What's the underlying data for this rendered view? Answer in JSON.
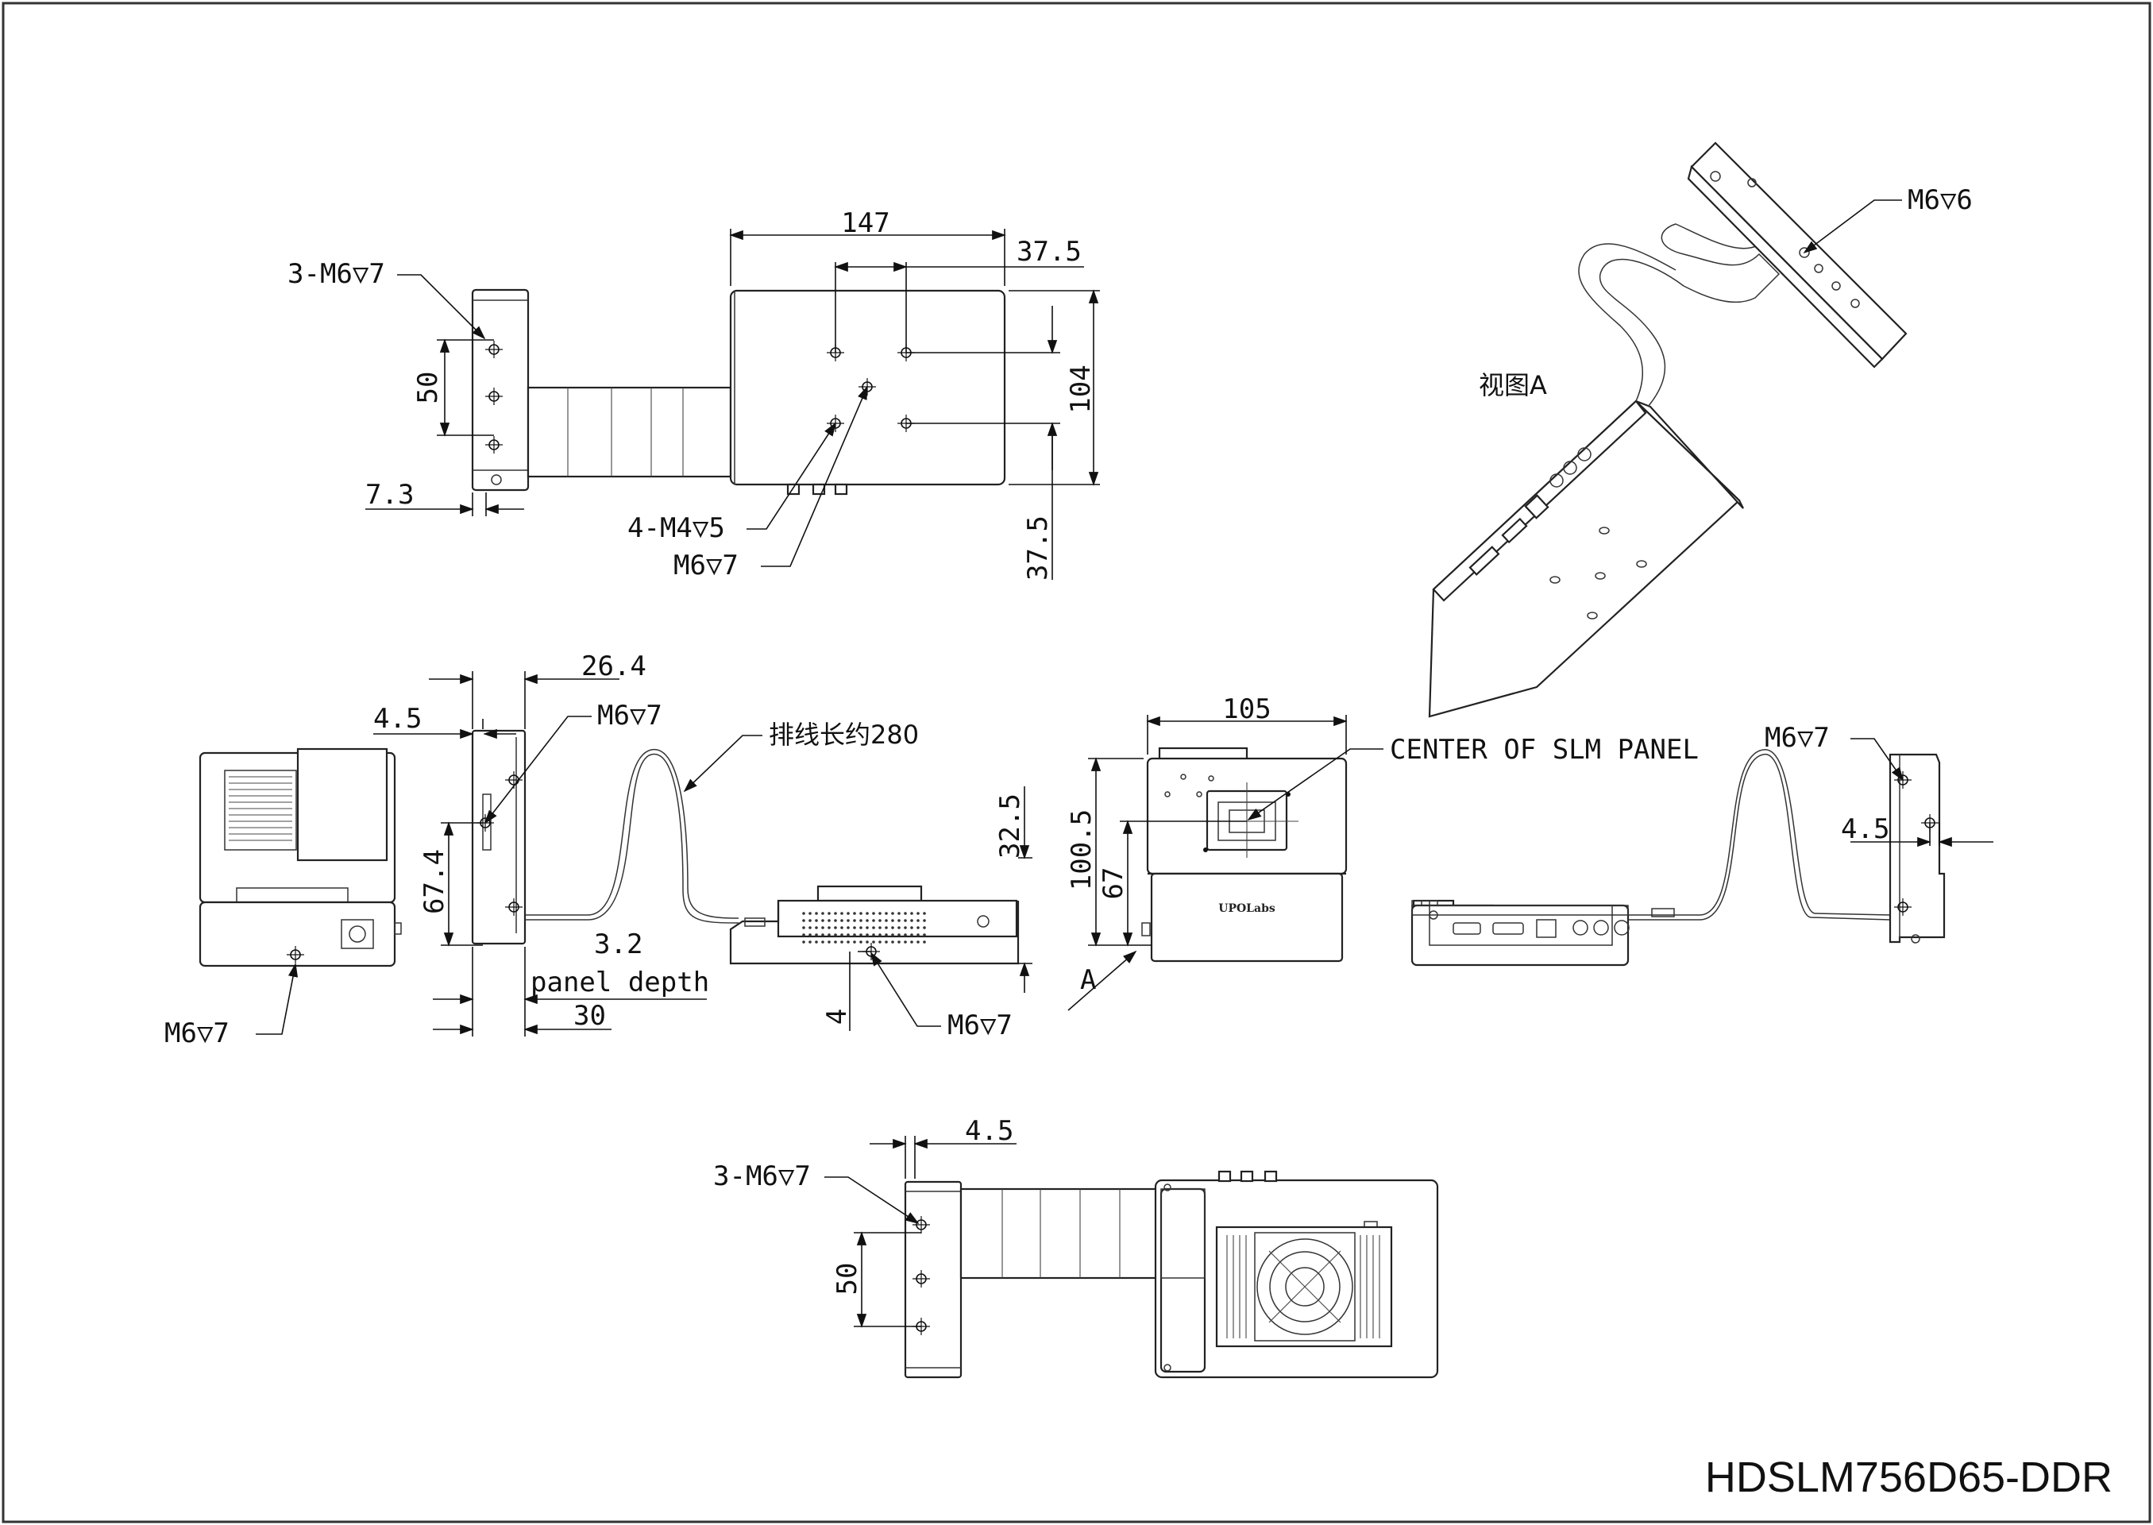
{
  "drawing_title": "HDSLM756D65-DDR",
  "view_label": "视图A",
  "brand_label": "UPOLabs",
  "top_view": {
    "dims": {
      "width": "147",
      "offset": "37.5",
      "height": "104",
      "bottom_offset": "37.5",
      "hole_pitch": "50",
      "edge": "7.3"
    },
    "callouts": {
      "mount_holes": "3-M6▽7",
      "m4_holes": "4-M4▽5",
      "m6_hole": "M6▽7"
    }
  },
  "side_view": {
    "dims": {
      "depth": "26.4",
      "offset": "4.5",
      "height": "67.4",
      "panel_offset": "3.2",
      "panel_depth_label": "panel depth",
      "thickness": "30",
      "height2": "32.5",
      "bottom": "4"
    },
    "callouts": {
      "back_hole": "M6▽7",
      "side_hole": "M6▽7",
      "bottom_hole": "M6▽7",
      "cable": "排线长约280"
    }
  },
  "front_view": {
    "dims": {
      "width": "105",
      "height": "100.5",
      "center_height": "67"
    },
    "callouts": {
      "center": "CENTER OF SLM PANEL",
      "view_arrow": "A"
    }
  },
  "right_view": {
    "dims": {
      "offset": "4.5"
    },
    "callouts": {
      "hole": "M6▽7"
    }
  },
  "iso_view": {
    "callouts": {
      "hole": "M6▽6"
    }
  },
  "bottom_view": {
    "dims": {
      "offset": "4.5",
      "hole_pitch": "50"
    },
    "callouts": {
      "mount_holes": "3-M6▽7"
    }
  }
}
